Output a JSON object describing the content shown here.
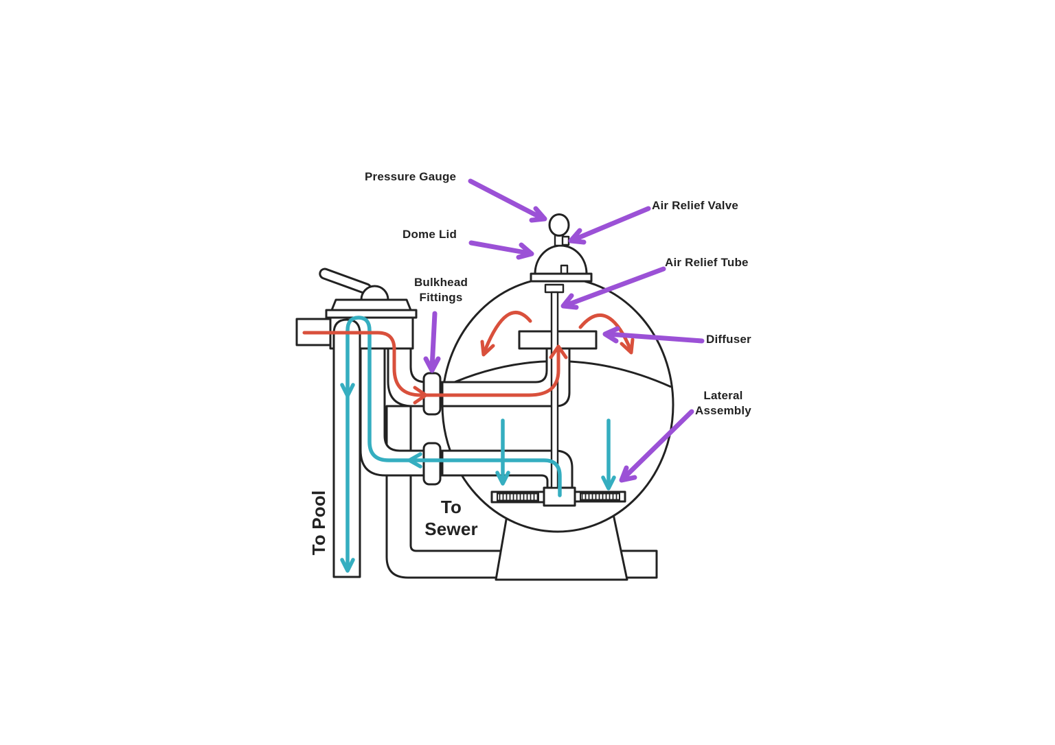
{
  "labels": {
    "pressure_gauge": "Pressure Gauge",
    "dome_lid": "Dome Lid",
    "air_relief_valve": "Air Relief Valve",
    "air_relief_tube": "Air Relief Tube",
    "bulkhead_fittings": "Bulkhead\nFittings",
    "diffuser": "Diffuser",
    "lateral_assembly": "Lateral\nAssembly",
    "to_pool": "To Pool",
    "to_sewer": "To\nSewer"
  },
  "colors": {
    "line": "#222222",
    "pointer": "#9B51D6",
    "inflow": "#D9503C",
    "outflow": "#35AEC0",
    "bg": "#FFFFFF"
  }
}
